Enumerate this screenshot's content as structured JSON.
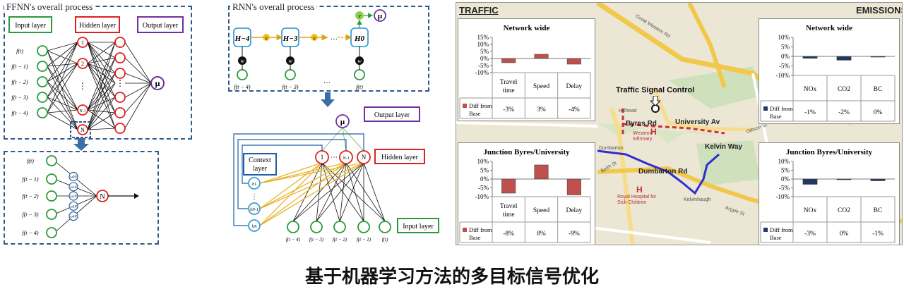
{
  "ffnn": {
    "title": "FFNN's overall process",
    "input_label": "Input layer",
    "hidden_label": "Hidden layer",
    "output_label": "Output layer",
    "inputs": [
      "f(t)",
      "f(t − 1)",
      "f(t − 2)",
      "f(t − 3)",
      "f(t − 4)"
    ],
    "hidden_marks": [
      "1",
      "2",
      "⋮",
      "N-1",
      "N"
    ],
    "output": "μ",
    "detail_inputs": [
      "f(t)",
      "f(t − 1)",
      "f(t − 2)",
      "f(t − 3)",
      "f(t − 4)"
    ],
    "weights": [
      "ω0N",
      "ω1N",
      "ω2N",
      "ω3N",
      "ω4N"
    ],
    "detail_node": "N"
  },
  "rnn": {
    "title": "RNN's overall process",
    "h_nodes": [
      "H−4",
      "H−3",
      "H0"
    ],
    "h_sup": "j",
    "u_label": "u",
    "w_label": "w",
    "v_label": "v",
    "mu": "μ",
    "inputs": [
      "f(t − 4)",
      "f(t − 3)",
      "f(t)"
    ],
    "ellipsis": "…",
    "output_label": "Output layer",
    "hidden_label": "Hidden layer",
    "context_label": "Context layer",
    "input_label": "Input layer",
    "hidden_nodes": [
      "1",
      "N-1",
      "N"
    ],
    "context_nodes": [
      "h1",
      "hN-1",
      "hN"
    ],
    "bottom_inputs": [
      "f(t − 4)",
      "f(t − 3)",
      "f(t − 2)",
      "f(t − 1)",
      "f(t)"
    ]
  },
  "map": {
    "traffic": "TRAFFIC",
    "emissions": "EMISSIONS",
    "signal": "Traffic Signal Control",
    "streets": {
      "byres": "Byres Rd",
      "university": "University Av",
      "kelvin": "Kelvin Way",
      "dumbarton": "Dumbarton Rd",
      "hillhead": "Hillhead",
      "kelvinhaugh": "Kelvinhaugh",
      "hospital": "Royal Hospital for Sick Children",
      "western": "Western Infirmary",
      "great_western": "Great Western Rd",
      "gibson": "Gibson St",
      "argyle": "Argyle St",
      "dumbarton_left": "Dumbarton",
      "beith": "Beith St"
    }
  },
  "chart_data": [
    {
      "type": "bar",
      "title": "Network wide",
      "categories": [
        "Travel time",
        "Speed",
        "Delay"
      ],
      "values": [
        -3,
        3,
        -4
      ],
      "series_name": "Diff from Base",
      "table_values": [
        "-3%",
        "3%",
        "-4%"
      ],
      "ylim": [
        -10,
        15
      ],
      "ticks": [
        "15%",
        "10%",
        "5%",
        "0%",
        "-5%",
        "-10%"
      ],
      "color": "#c0504d"
    },
    {
      "type": "bar",
      "title": "Network wide",
      "categories": [
        "NOx",
        "CO2",
        "BC"
      ],
      "values": [
        -1,
        -2,
        0
      ],
      "series_name": "Diff from Base",
      "table_values": [
        "-1%",
        "-2%",
        "0%"
      ],
      "ylim": [
        -10,
        10
      ],
      "ticks": [
        "10%",
        "5%",
        "0%",
        "-5%",
        "-10%"
      ],
      "color": "#1f3864"
    },
    {
      "type": "bar",
      "title": "Junction Byres/University",
      "categories": [
        "Travel time",
        "Speed",
        "Delay"
      ],
      "values": [
        -8,
        8,
        -9
      ],
      "series_name": "Diff from Base",
      "table_values": [
        "-8%",
        "8%",
        "-9%"
      ],
      "ylim": [
        -10,
        10
      ],
      "ticks": [
        "10%",
        "5%",
        "0%",
        "-5%",
        "-10%"
      ],
      "color": "#c0504d"
    },
    {
      "type": "bar",
      "title": "Junction Byres/University",
      "categories": [
        "NOx",
        "CO2",
        "BC"
      ],
      "values": [
        -3,
        0,
        -1
      ],
      "series_name": "Diff from Base",
      "table_values": [
        "-3%",
        "0%",
        "-1%"
      ],
      "ylim": [
        -10,
        10
      ],
      "ticks": [
        "10%",
        "5%",
        "0%",
        "-5%",
        "-10%"
      ],
      "color": "#1f3864"
    }
  ],
  "caption": "基于机器学习方法的多目标信号优化"
}
